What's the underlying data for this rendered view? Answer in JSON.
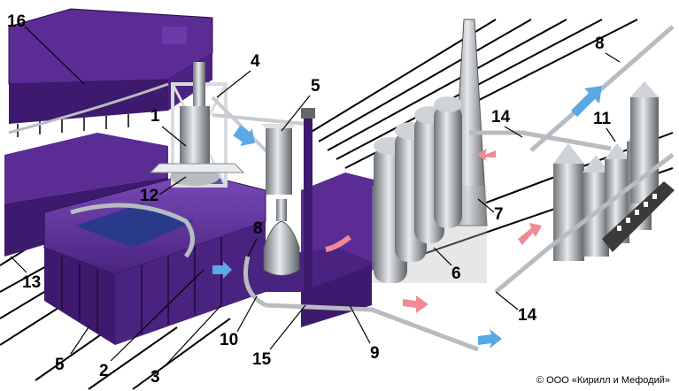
{
  "labels": {
    "l1": "1",
    "l2": "2",
    "l3": "3",
    "l4": "4",
    "l5a": "5",
    "l5b": "5",
    "l6": "6",
    "l7": "7",
    "l8a": "8",
    "l8b": "8",
    "l9": "9",
    "l10": "10",
    "l11": "11",
    "l12": "12",
    "l13": "13",
    "l14a": "14",
    "l14b": "14",
    "l15": "15",
    "l16": "16"
  },
  "credit": "© ООО «Кирилл и Мефодий»",
  "colors": {
    "purple_dark": "#3d1a6e",
    "purple_mid": "#5a2c94",
    "purple_light": "#7a4bb8",
    "steel": "#9aa0a6",
    "arrow_hot": "#f08a96",
    "arrow_cold": "#5aa8e6"
  }
}
